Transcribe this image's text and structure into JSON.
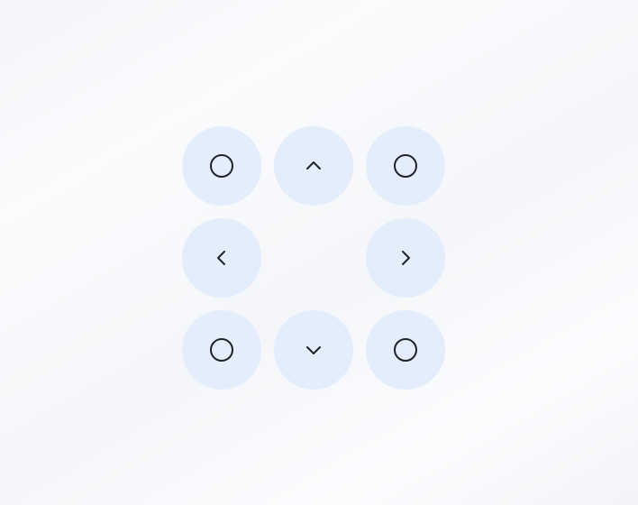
{
  "dpad": {
    "buttons": [
      {
        "id": "top-left",
        "icon": "circle-icon"
      },
      {
        "id": "up",
        "icon": "chevron-up-icon"
      },
      {
        "id": "top-right",
        "icon": "circle-icon"
      },
      {
        "id": "left",
        "icon": "chevron-left-icon"
      },
      {
        "id": "right",
        "icon": "chevron-right-icon"
      },
      {
        "id": "bottom-left",
        "icon": "circle-icon"
      },
      {
        "id": "down",
        "icon": "chevron-down-icon"
      },
      {
        "id": "bottom-right",
        "icon": "circle-icon"
      }
    ],
    "colors": {
      "button_bg": "#e3edfc",
      "icon_stroke": "#1f2328"
    }
  }
}
